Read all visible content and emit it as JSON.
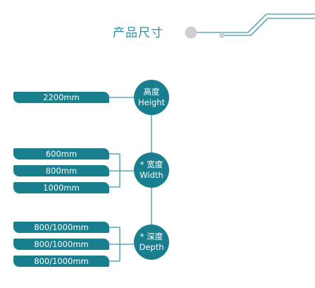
{
  "title": "产品尺寸",
  "colors": {
    "accent": "#197f8f",
    "title": "#2a8f9f",
    "line": "#3e9aa8",
    "dot": "#cfcfcf"
  },
  "height": {
    "label_cn": "高度",
    "label_en": "Height",
    "values": [
      "2200mm"
    ]
  },
  "width": {
    "label_cn": "* 宽度",
    "label_en": "Width",
    "values": [
      "600mm",
      "800mm",
      "1000mm"
    ]
  },
  "depth": {
    "label_cn": "* 深度",
    "label_en": "Depth",
    "values": [
      "800/1000mm",
      "800/1000mm",
      "800/1000mm"
    ]
  }
}
